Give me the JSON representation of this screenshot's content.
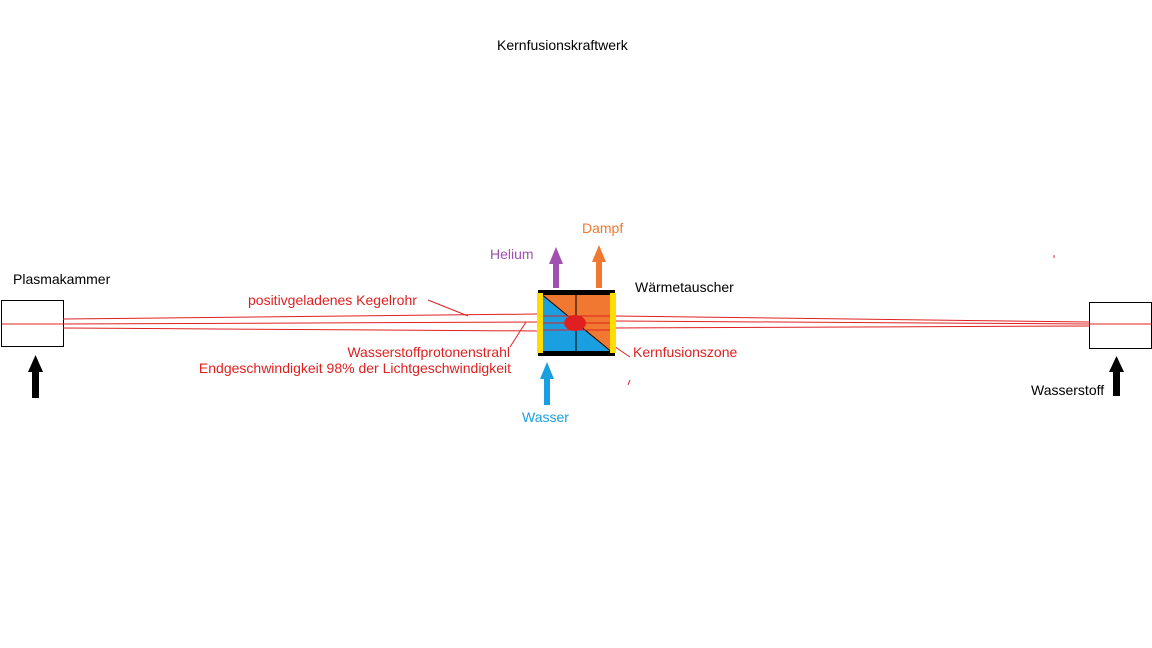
{
  "title": "Kernfusionskraftwerk",
  "labels": {
    "plasma_chamber": "Plasmakammer",
    "hydrogen": "Wasserstoff",
    "heat_exchanger": "Wärmetauscher",
    "helium": "Helium",
    "steam": "Dampf",
    "water": "Wasser",
    "cone_tube": "positivgeladenes Kegelrohr",
    "proton_beam": "Wasserstoffprotonenstrahl",
    "end_speed": "Endgeschwindigkeit 98% der Lichtgeschwindigkeit",
    "fusion_zone": "Kernfusionszone"
  },
  "colors": {
    "beam": "#e02020",
    "helium_arrow": "#a050b0",
    "steam_arrow": "#f07830",
    "water_arrow": "#1aa0e0",
    "water_fill": "#1aa0e0",
    "steam_fill": "#f07830",
    "wall": "#ffdd00",
    "frame": "#000000",
    "input_arrow": "#000000"
  }
}
